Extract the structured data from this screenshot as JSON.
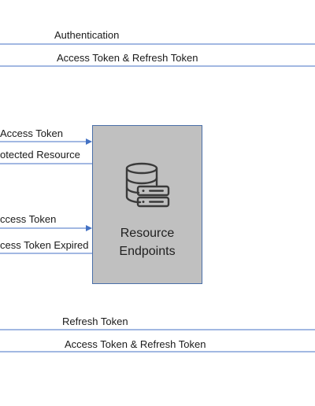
{
  "colors": {
    "line": "#4472c4",
    "box_fill": "#c0c0c0",
    "box_border": "#4a6fa8",
    "icon_stroke": "#3a3a3a"
  },
  "messages": {
    "authentication": "Authentication",
    "access_refresh_1": "Access Token & Refresh Token",
    "access_token_1": "Access Token",
    "protected_resource": "otected Resource",
    "access_token_2": "ccess Token",
    "access_token_expired": "cess Token Expired",
    "refresh_token": "Refresh Token",
    "access_refresh_2": "Access Token & Refresh Token"
  },
  "resource_box": {
    "title": "Resource\nEndpoints",
    "icon": "database-server-icon"
  }
}
